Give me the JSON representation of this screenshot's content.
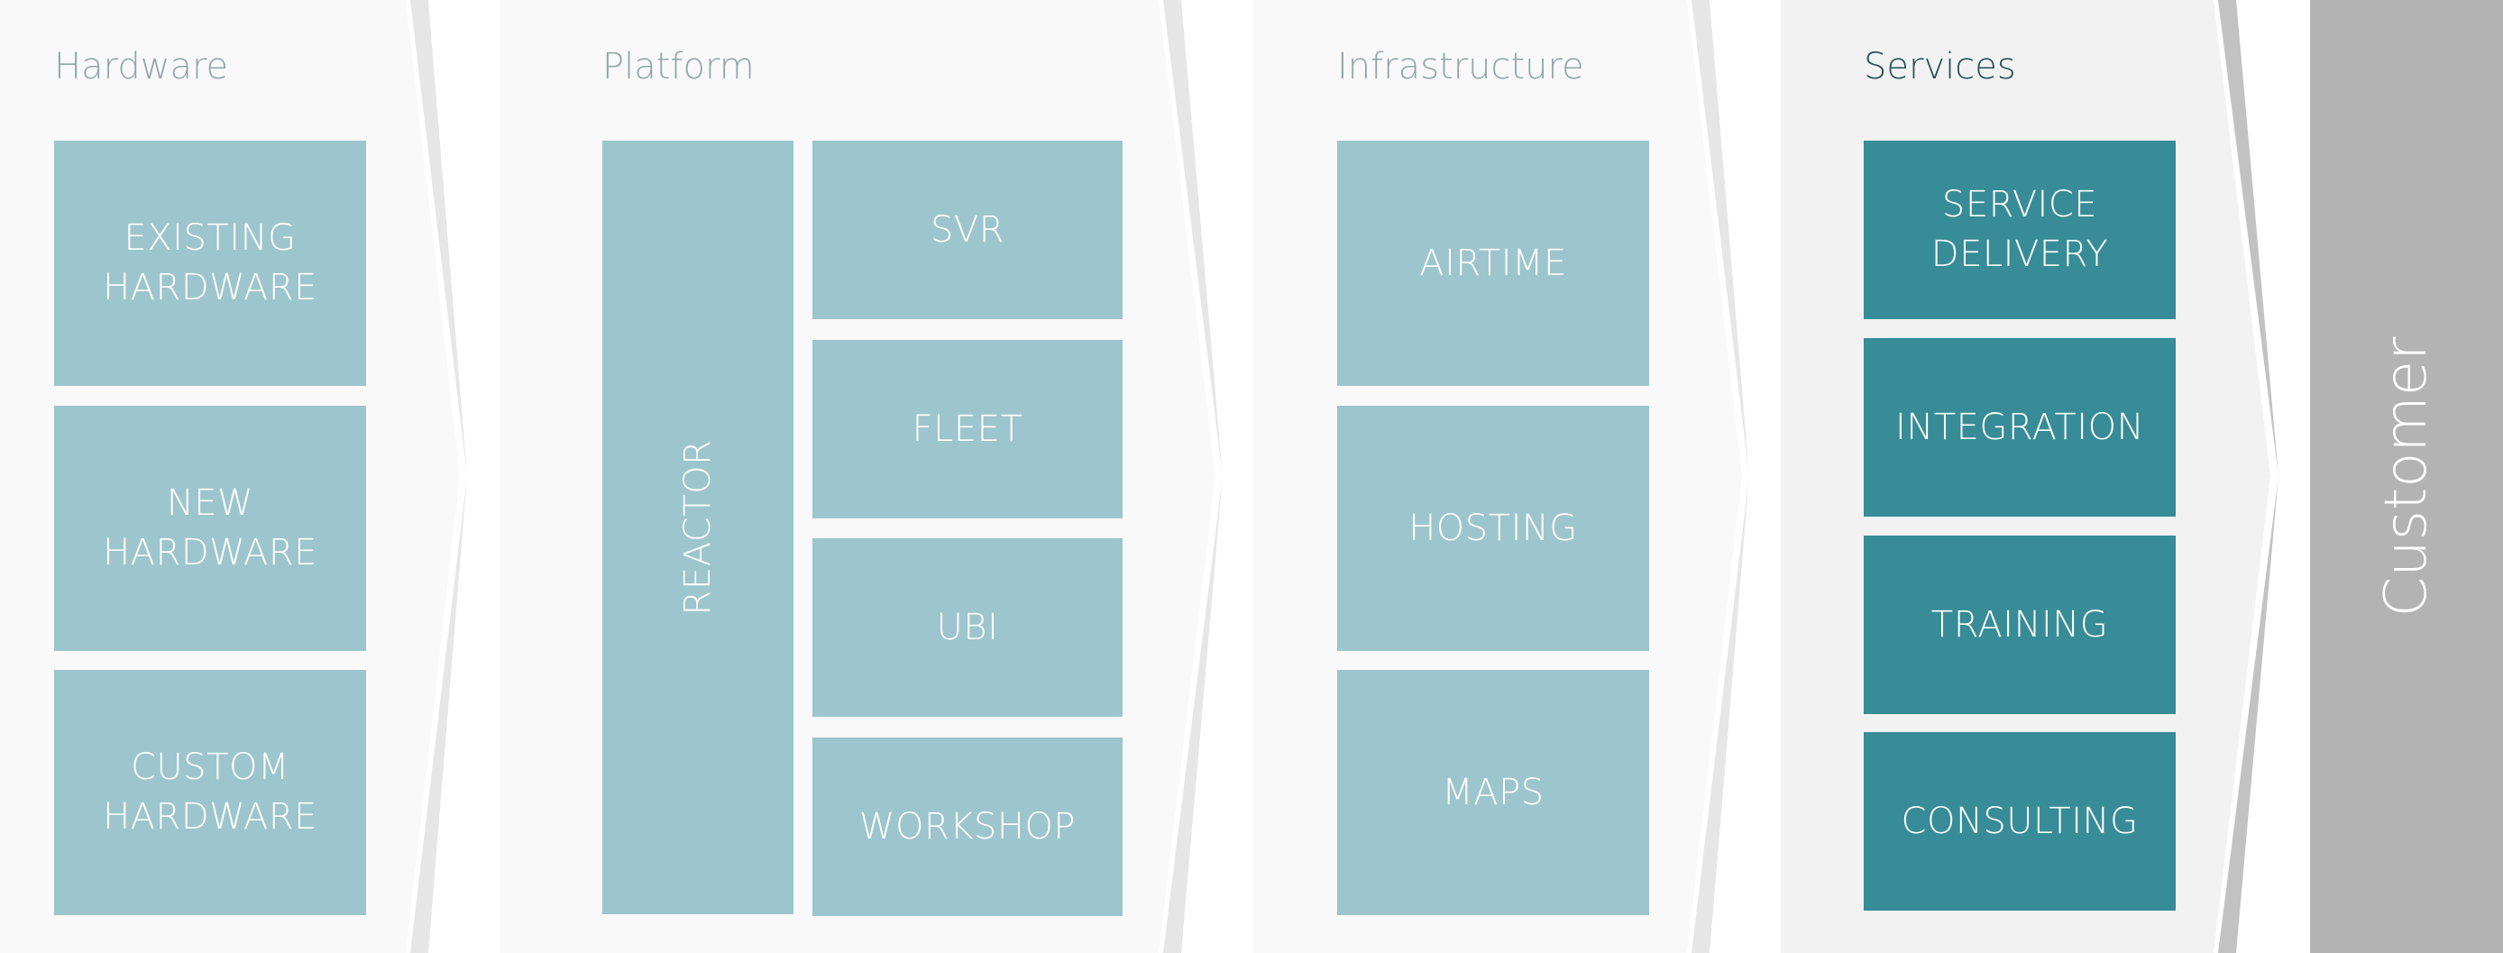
{
  "stages": {
    "hardware": {
      "title": "Hardware",
      "tiles": [
        "EXISTING\nHARDWARE",
        "NEW\nHARDWARE",
        "CUSTOM\nHARDWARE"
      ]
    },
    "platform": {
      "title": "Platform",
      "reactor": "REACTOR",
      "tiles": [
        "SVR",
        "FLEET",
        "UBI",
        "WORKSHOP"
      ]
    },
    "infrastructure": {
      "title": "Infrastructure",
      "tiles": [
        "AIRTIME",
        "HOSTING",
        "MAPS"
      ]
    },
    "services": {
      "title": "Services",
      "tiles": [
        "SERVICE\nDELIVERY",
        "INTEGRATION",
        "TRAINING",
        "CONSULTING"
      ]
    }
  },
  "customer": "Customer",
  "colors": {
    "light_tile": "#9dc5cd",
    "dark_tile": "#378c97",
    "stage_bg": "#f9f9f9",
    "services_bg": "#f2f2f2",
    "customer_bar": "#b3b3b3",
    "title_muted": "#8fa6ab",
    "title_active": "#23505a"
  }
}
